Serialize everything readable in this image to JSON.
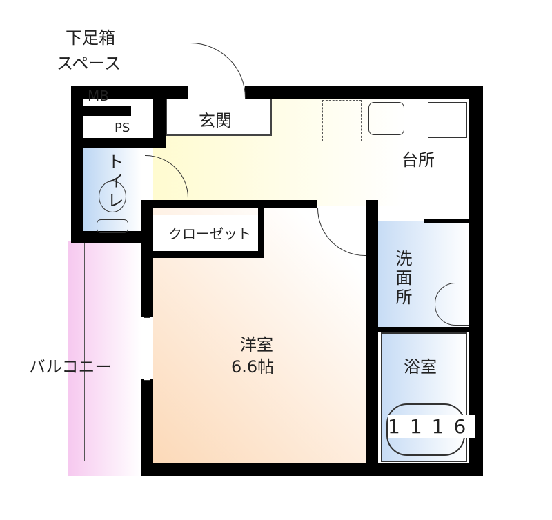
{
  "rooms": {
    "genkan": "玄関",
    "shoe_storage": "下足箱",
    "shoe_storage_2": "スペース",
    "mb": "MB",
    "ps": "PS",
    "toilet": "トイレ",
    "closet": "クローゼット",
    "kitchen": "台所",
    "washroom": "洗面所",
    "bath": "浴室",
    "bath_size": "1116",
    "western_room": "洋室",
    "western_room_size": "6.6帖",
    "balcony": "バルコニー"
  },
  "colors": {
    "wall": "#000000",
    "corridor": "#fffbd8",
    "room": "#fde2c8",
    "wet": "#cfe3f7",
    "balcony": "#f7d0f0"
  }
}
